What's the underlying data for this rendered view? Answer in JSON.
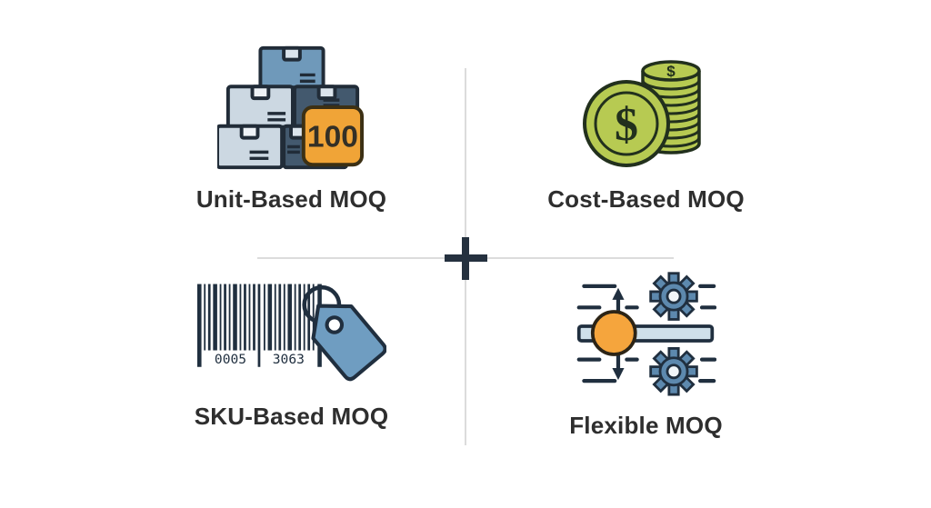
{
  "quadrants": [
    {
      "key": "unit",
      "label": "Unit-Based MOQ",
      "icon": "boxes-stack-icon",
      "badge_value": "100"
    },
    {
      "key": "cost",
      "label": "Cost-Based MOQ",
      "icon": "coins-icon",
      "currency_symbol": "$"
    },
    {
      "key": "sku",
      "label": "SKU-Based MOQ",
      "icon": "barcode-tag-icon",
      "barcode_digits_left": "0005",
      "barcode_digits_right": "3063"
    },
    {
      "key": "flexible",
      "label": "Flexible MOQ",
      "icon": "slider-gears-icon"
    }
  ],
  "colors": {
    "background": "#ffffff",
    "outline_dark": "#212c38",
    "box_light": "#ccd8e2",
    "box_medium": "#6f99ba",
    "box_dark": "#43596e",
    "badge_orange": "#f0a437",
    "coin_green": "#b7ca52",
    "coin_outline": "#22301d",
    "tag_blue": "#6f9dc1",
    "gear_blue": "#5d89ae",
    "slider_track": "#cfe0ea",
    "knob_orange": "#f5a53d",
    "divider_line": "#dcdcdc",
    "crosshair": "#25313f",
    "label_text": "#2e2e2e"
  }
}
